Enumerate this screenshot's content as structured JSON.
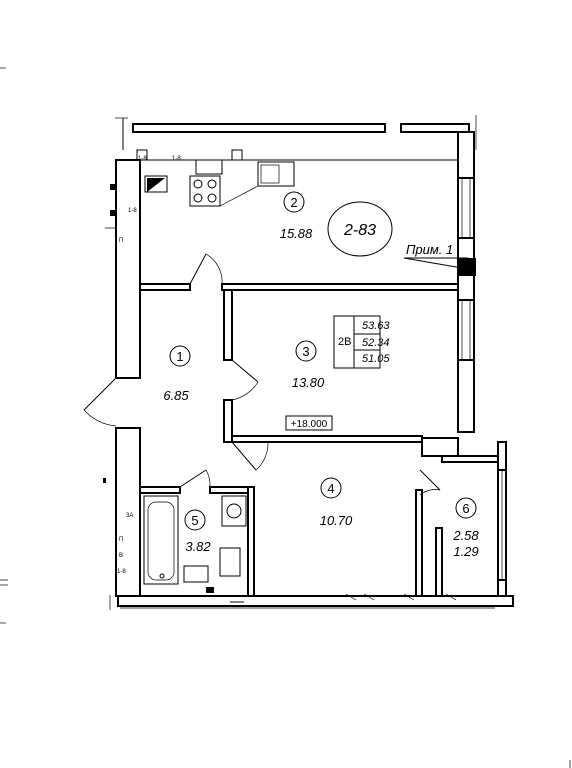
{
  "apartment": {
    "code": "2-83",
    "type": "2В",
    "areas": [
      "53.63",
      "52.34",
      "51.05"
    ],
    "level": "+18.000",
    "note": "Прим. 1"
  },
  "rooms": [
    {
      "number": "1",
      "area": "6.85"
    },
    {
      "number": "2",
      "area": "15.88"
    },
    {
      "number": "3",
      "area": "13.80"
    },
    {
      "number": "4",
      "area": "10.70"
    },
    {
      "number": "5",
      "area": "3.82"
    },
    {
      "number": "6",
      "area": "2.58",
      "reduced_area": "1.29"
    }
  ],
  "marks": {
    "m1_8": "1-8",
    "m3a": "3А",
    "n": "П",
    "b": "В"
  }
}
